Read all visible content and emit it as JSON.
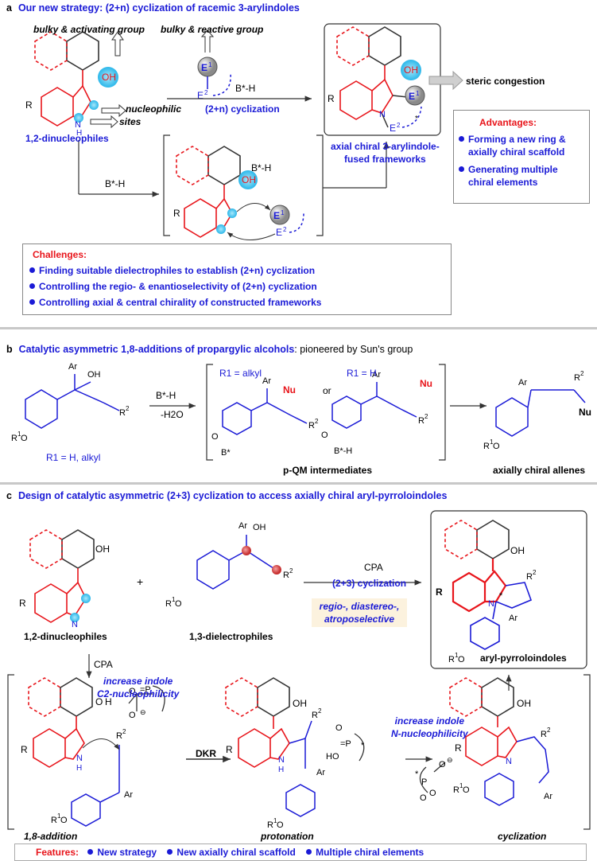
{
  "section_a": {
    "tag": "a",
    "title": "Our new strategy: (2+n) cyclization of racemic 3-arylindoles",
    "bulky_activating": "bulky & activating group",
    "bulky_reactive": "bulky & reactive group",
    "nucleophilic": "nucleophilic",
    "sites": "sites",
    "dinucleophiles": "1,2-dinucleophiles",
    "cyclization": "(2+n) cyclization",
    "bh": "B*-H",
    "steric": "steric congestion",
    "framework_line1": "axial chiral 3-arylindole-",
    "framework_line2": "fused frameworks",
    "advantages_title": "Advantages:",
    "adv1_line1": "Forming a new ring &",
    "adv1_line2": "axially chiral scaffold",
    "adv2_line1": "Generating multiple",
    "adv2_line2": "chiral elements",
    "challenges_title": "Challenges:",
    "challenges": [
      "Finding suitable dielectrophiles to establish (2+n) cyclization",
      "Controlling the regio- & enantioselectivity of (2+n) cyclization",
      "Controlling  axial & central chirality of constructed frameworks"
    ]
  },
  "section_b": {
    "tag": "b",
    "title_bold": "Catalytic asymmetric 1,8-additions of propargylic alcohols",
    "title_rest": ": pioneered by Sun's group",
    "bh": "B*-H",
    "water": "-H2O",
    "r1_cond": "R1 = H, alkyl",
    "r1_alkyl": "R1 = alkyl",
    "r1_h": "R1 = H",
    "or": "or",
    "pqm": "p-QM intermediates",
    "allenes": "axially chiral allenes"
  },
  "section_c": {
    "tag": "c",
    "title": "Design of catalytic asymmetric (2+3) cyclization to access axially chiral aryl-pyrroloindoles",
    "dinucleophiles": "1,2-dinucleophiles",
    "dielectrophiles": "1,3-dielectrophiles",
    "cpa": "CPA",
    "cyclization": "(2+3) cyclization",
    "selective_line1": "regio-, diastereo-,",
    "selective_line2": "atroposelective",
    "product": "aryl-pyrroloindoles",
    "increase_c2_line1": "increase indole",
    "increase_c2_line2": "C2-nucleophilicity",
    "increase_n_line1": "increase indole",
    "increase_n_line2": "N-nucleophilicity",
    "dkr": "DKR",
    "addition": "1,8-addition",
    "protonation": "protonation",
    "cyclization_step": "cyclization",
    "features_title": "Features:",
    "features": [
      "New strategy",
      "New axially chiral scaffold",
      "Multiple chiral elements"
    ]
  },
  "colors": {
    "red": "#e8151b",
    "blue": "#1a1ad6",
    "grey": "#c8c8c8",
    "cyan": "#45c6f0"
  }
}
